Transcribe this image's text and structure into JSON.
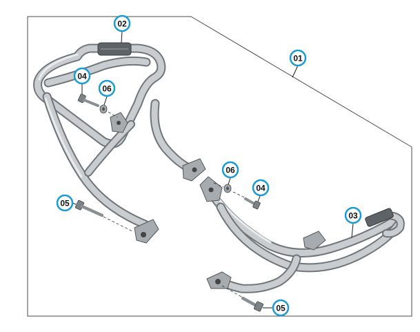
{
  "callouts": [
    {
      "id": "c01",
      "label": "01"
    },
    {
      "id": "c02",
      "label": "02"
    },
    {
      "id": "c03",
      "label": "03"
    },
    {
      "id": "c04a",
      "label": "04"
    },
    {
      "id": "c04b",
      "label": "04"
    },
    {
      "id": "c05a",
      "label": "05"
    },
    {
      "id": "c05b",
      "label": "05"
    },
    {
      "id": "c06a",
      "label": "06"
    },
    {
      "id": "c06b",
      "label": "06"
    }
  ],
  "colors": {
    "callout_border": "#1a9ad6",
    "frame": "#4a4a4a",
    "metal": "#b9bec2"
  }
}
